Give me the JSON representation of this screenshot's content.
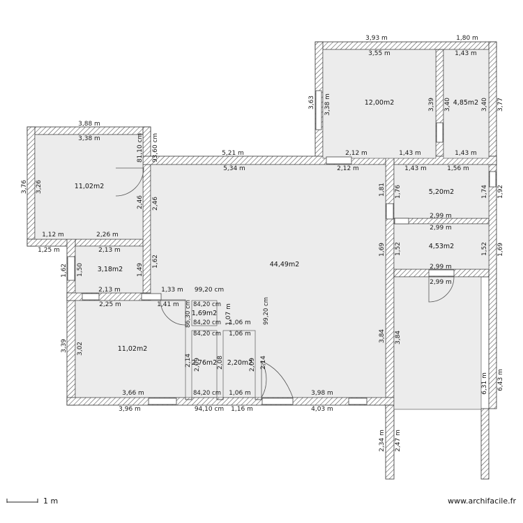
{
  "rooms": {
    "top_right_large": "12,00m2",
    "top_right_small": "4,85m2",
    "left_top": "11,02m2",
    "left_mid": "3,18m2",
    "left_bottom": "11,02m2",
    "main": "44,49m2",
    "right_upper": "5,20m2",
    "right_lower": "4,53m2",
    "center_small_1": "1,69m2",
    "center_small_2": "2,76m2",
    "center_small_3": "2,20m2"
  },
  "dimensions": {
    "d393": "3,93 m",
    "d180": "1,80 m",
    "d355": "3,55 m",
    "d143a": "1,43 m",
    "d363": "3,63",
    "d338a": "3,38 m",
    "d339a": "3,39",
    "d340a": "3,40",
    "d340b": "3,40",
    "d377": "3,77",
    "d212a": "2,12 m",
    "d143b": "1,43 m",
    "d143c": "1,43 m",
    "d388": "3,88 m",
    "d338b": "3,38 m",
    "d8110": "81,10 cm",
    "d9360": "93,60 cm",
    "d376": "3,76",
    "d326": "3,26",
    "d521": "5,21 m",
    "d534": "5,34 m",
    "d212b": "2,12 m",
    "d143d": "1,43 m",
    "d156": "1,56 m",
    "d181": "1,81",
    "d176": "1,76",
    "d174": "1,74",
    "d192": "1,92",
    "d246a": "2,46",
    "d246b": "2,46",
    "d112": "1,12 m",
    "d226": "2,26 m",
    "d125": "1,25 m",
    "d213a": "2,13 m",
    "d299a": "2,99 m",
    "d299b": "2,99 m",
    "d299c": "2,99 m",
    "d299d": "2,99 m",
    "d162a": "1,62",
    "d150": "1,50",
    "d149": "1,49",
    "d162b": "1,62",
    "d169a": "1,69",
    "d152a": "1,52",
    "d152b": "1,52",
    "d169b": "1,69",
    "d213b": "2,13 m",
    "d133": "1,33 m",
    "d9920a": "99,20 cm",
    "d225": "2,25 m",
    "d141": "1,41 m",
    "d84a": "84,20 cm",
    "d84b": "84,20 cm",
    "d84c": "84,20 cm",
    "d84d": "84,20 cm",
    "d8630": "86,30 cm",
    "d9920b": "99,20 cm",
    "d107": "1,07 m",
    "d106a": "1,06 m",
    "d106b": "1,06 m",
    "d106c": "1,06 m",
    "d339b": "3,39",
    "d302": "3,02",
    "d384a": "3,84",
    "d384b": "3,84",
    "d631": "6,31 m",
    "d643": "6,43 m",
    "d214a": "2,14",
    "d209a": "2,09",
    "d208": "2,08",
    "d209b": "2,09",
    "d214b": "2,14",
    "d366": "3,66 m",
    "d398": "3,98 m",
    "d396": "3,96 m",
    "d9410": "94,10 cm",
    "d116": "1,16 m",
    "d403": "4,03 m",
    "d234": "2,34 m",
    "d247": "2,47 m"
  },
  "footer": {
    "scale": "1 m",
    "watermark": "www.archifacile.fr"
  }
}
